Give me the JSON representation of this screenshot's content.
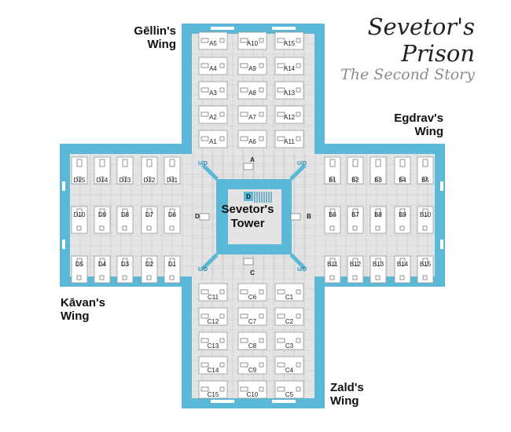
{
  "title": {
    "line1": "Sevetor's",
    "line2": "Prison",
    "subtitle": "The Second Story"
  },
  "tower": {
    "name_line1": "Sevetor's",
    "name_line2": "Tower",
    "inner_marker": "D"
  },
  "wings": {
    "a": {
      "name_line1": "Gēllin's",
      "name_line2": "Wing",
      "cells_left": [
        "A5",
        "A4",
        "A3",
        "A2",
        "A1"
      ],
      "cells_mid": [
        "A10",
        "A9",
        "A8",
        "A7",
        "A6"
      ],
      "cells_right": [
        "A15",
        "A14",
        "A13",
        "A12",
        "A11"
      ]
    },
    "b": {
      "name_line1": "Egdrav's",
      "name_line2": "Wing",
      "cells_top": [
        "B1",
        "B2",
        "B3",
        "B4",
        "B5"
      ],
      "cells_mid": [
        "B6",
        "B7",
        "B8",
        "B9",
        "B10"
      ],
      "cells_bottom": [
        "B11",
        "B12",
        "B13",
        "B14",
        "B15"
      ]
    },
    "c": {
      "name_line1": "Zald's",
      "name_line2": "Wing",
      "cells_left": [
        "C11",
        "C12",
        "C13",
        "C14",
        "C15"
      ],
      "cells_mid": [
        "C6",
        "C7",
        "C8",
        "C9",
        "C10"
      ],
      "cells_right": [
        "C1",
        "C2",
        "C3",
        "C4",
        "C5"
      ]
    },
    "d": {
      "name_line1": "Kāvan's",
      "name_line2": "Wing",
      "cells_top": [
        "D15",
        "D14",
        "D13",
        "D12",
        "D11"
      ],
      "cells_mid": [
        "D10",
        "D9",
        "D8",
        "D7",
        "D6"
      ],
      "cells_bottom": [
        "D5",
        "D4",
        "D3",
        "D2",
        "D1"
      ]
    }
  },
  "doors": {
    "a": "A",
    "b": "B",
    "c": "C",
    "d": "D"
  },
  "stairs_label": "U/D",
  "colors": {
    "wall": "#5bb8d6",
    "corridor": "#e4e4e4",
    "cell_floor": "#ffffff",
    "grid": "#c9c9c9",
    "title_text": "#222222",
    "subtitle_text": "#8c8c8c",
    "stairs_text": "#2f8fb3"
  }
}
